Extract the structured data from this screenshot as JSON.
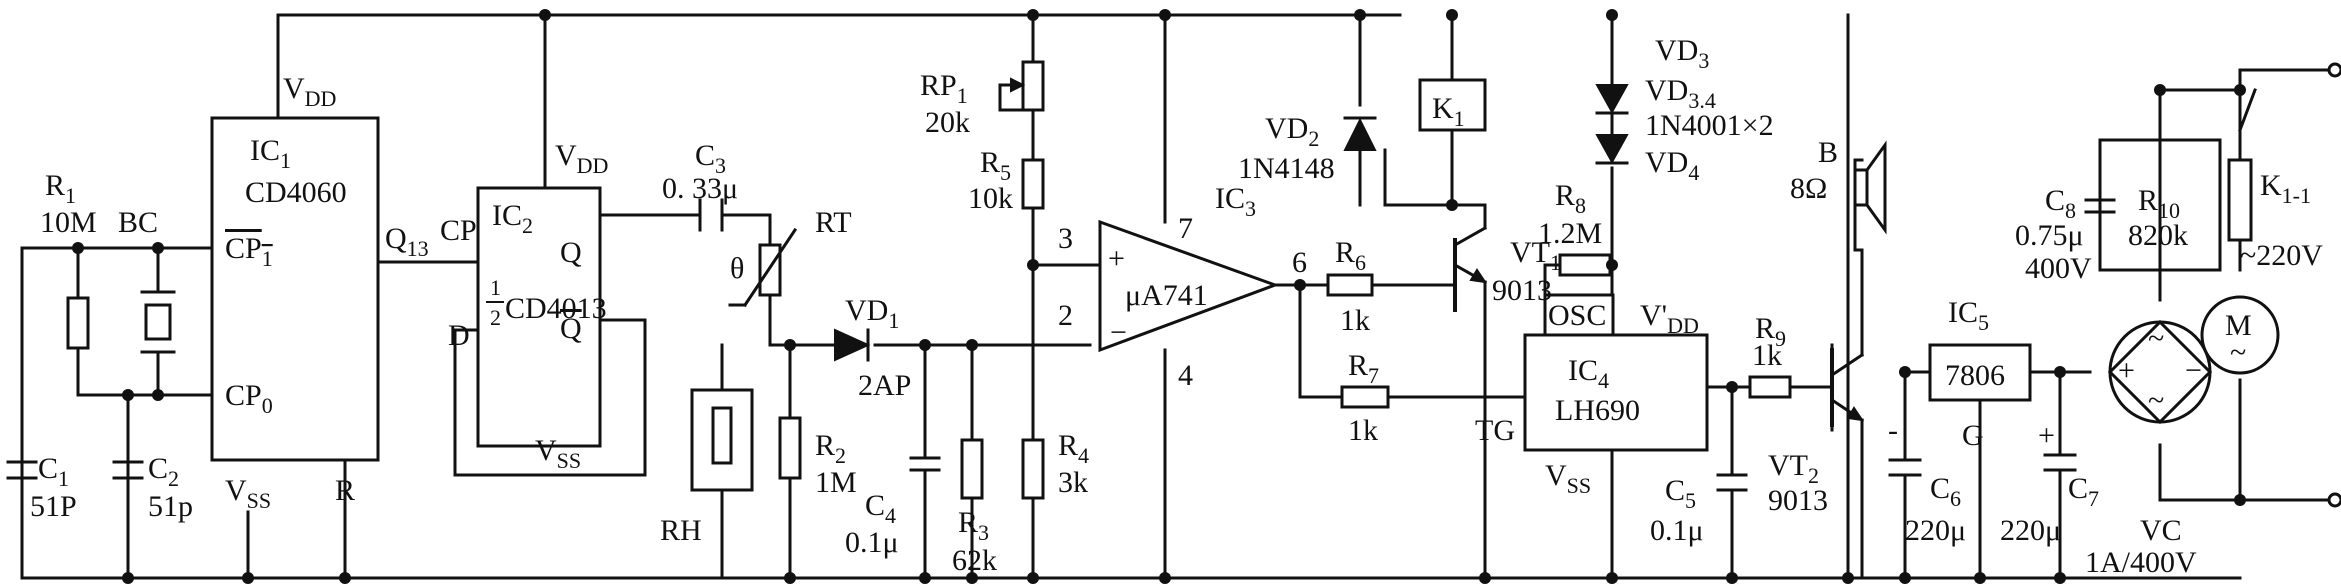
{
  "labels": {
    "r1": "R",
    "r1_sub": "1",
    "r1_val": "10M",
    "bc": "BC",
    "c1": "C",
    "c1_sub": "1",
    "c1_val": "51P",
    "c2": "C",
    "c2_sub": "2",
    "c2_val": "51p",
    "vdd1": "V",
    "vdd1_sub": "DD",
    "ic1": "IC",
    "ic1_sub": "1",
    "ic1_part": "CD4060",
    "cp1": "CP",
    "cp1_sub": "1",
    "cp0": "CP",
    "cp0_sub": "0",
    "vss1": "V",
    "vss1_sub": "SS",
    "r_pin": "R",
    "q13": "Q",
    "q13_sub": "13",
    "cp": "CP",
    "vdd2": "V",
    "vdd2_sub": "DD",
    "ic2": "IC",
    "ic2_sub": "2",
    "half_num": "1",
    "half_den": "2",
    "ic2_part": "CD4013",
    "q": "Q",
    "qbar": "Q",
    "d": "D",
    "vss2": "V",
    "vss2_sub": "SS",
    "c3": "C",
    "c3_sub": "3",
    "c3_val": "0. 33μ",
    "rt": "RT",
    "theta": "θ",
    "vd1": "VD",
    "vd1_sub": "1",
    "vd1_part": "2AP",
    "rh": "RH",
    "r2": "R",
    "r2_sub": "2",
    "r2_val": "1M",
    "c4": "C",
    "c4_sub": "4",
    "c4_val": "0.1μ",
    "r3": "R",
    "r3_sub": "3",
    "r3_val": "62k",
    "rp1": "RP",
    "rp1_sub": "1",
    "rp1_val": "20k",
    "r5": "R",
    "r5_sub": "5",
    "r5_val": "10k",
    "r4": "R",
    "r4_sub": "4",
    "r4_val": "3k",
    "pin3": "3",
    "pin2": "2",
    "pin7": "7",
    "pin4": "4",
    "pin6": "6",
    "plus": "+",
    "minus": "−",
    "ic3": "IC",
    "ic3_sub": "3",
    "ic3_part": "μA741",
    "vd2": "VD",
    "vd2_sub": "2",
    "vd2_part": "1N4148",
    "k1": "K",
    "k1_sub": "1",
    "r6": "R",
    "r6_sub": "6",
    "r6_val": "1k",
    "r7": "R",
    "r7_sub": "7",
    "r7_val": "1k",
    "vt1": "VT",
    "vt1_sub": "1",
    "vt1_part": "9013",
    "vd3": "VD",
    "vd3_sub": "3",
    "vd34": "VD",
    "vd34_sub": "3.4",
    "vd34_part": "1N4001×2",
    "vd4": "VD",
    "vd4_sub": "4",
    "r8": "R",
    "r8_sub": "8",
    "r8_val": "1.2M",
    "osc": "OSC",
    "vdd3": "V'",
    "vdd3_sub": "DD",
    "ic4": "IC",
    "ic4_sub": "4",
    "ic4_part": "LH690",
    "tg": "TG",
    "vss3": "V",
    "vss3_sub": "SS",
    "c5": "C",
    "c5_sub": "5",
    "c5_val": "0.1μ",
    "b": "B",
    "b_val": "8Ω",
    "r9": "R",
    "r9_sub": "9",
    "r9_val": "1k",
    "vt2": "VT",
    "vt2_sub": "2",
    "vt2_part": "9013",
    "c6": "C",
    "c6_sub": "6",
    "c6_val": "220μ",
    "ic5": "IC",
    "ic5_sub": "5",
    "ic5_part": "7806",
    "g": "G",
    "c7": "C",
    "c7_sub": "7",
    "c7_val": "220μ",
    "c8": "C",
    "c8_sub": "8",
    "c8_val": "0.75μ",
    "c8_volt": "400V",
    "r10": "R",
    "r10_sub": "10",
    "r10_val": "820k",
    "k11": "K",
    "k11_sub": "1-1",
    "ac": "~220V",
    "m": "M",
    "tilde": "~",
    "vc": "VC",
    "vc_val": "1A/400V"
  }
}
